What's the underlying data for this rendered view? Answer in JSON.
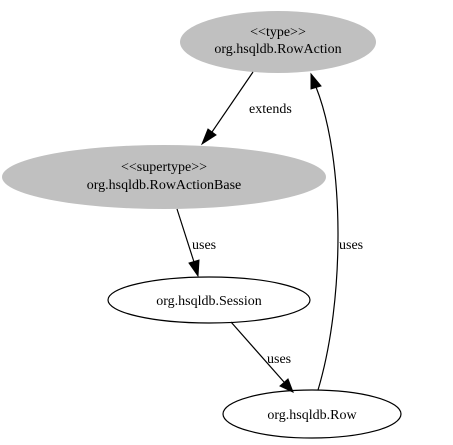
{
  "colors": {
    "filled_node": "#c0c0c0",
    "plain_node": "#ffffff",
    "stroke": "#000000",
    "text": "#000000"
  },
  "nodes": {
    "rowaction": {
      "stereotype": "<<type>>",
      "name": "org.hsqldb.RowAction"
    },
    "rowactionbase": {
      "stereotype": "<<supertype>>",
      "name": "org.hsqldb.RowActionBase"
    },
    "session": {
      "name": "org.hsqldb.Session"
    },
    "row": {
      "name": "org.hsqldb.Row"
    }
  },
  "edges": {
    "rowaction_to_base": {
      "label": "extends"
    },
    "base_to_session": {
      "label": "uses"
    },
    "session_to_row": {
      "label": "uses"
    },
    "row_to_rowaction": {
      "label": "uses"
    }
  }
}
